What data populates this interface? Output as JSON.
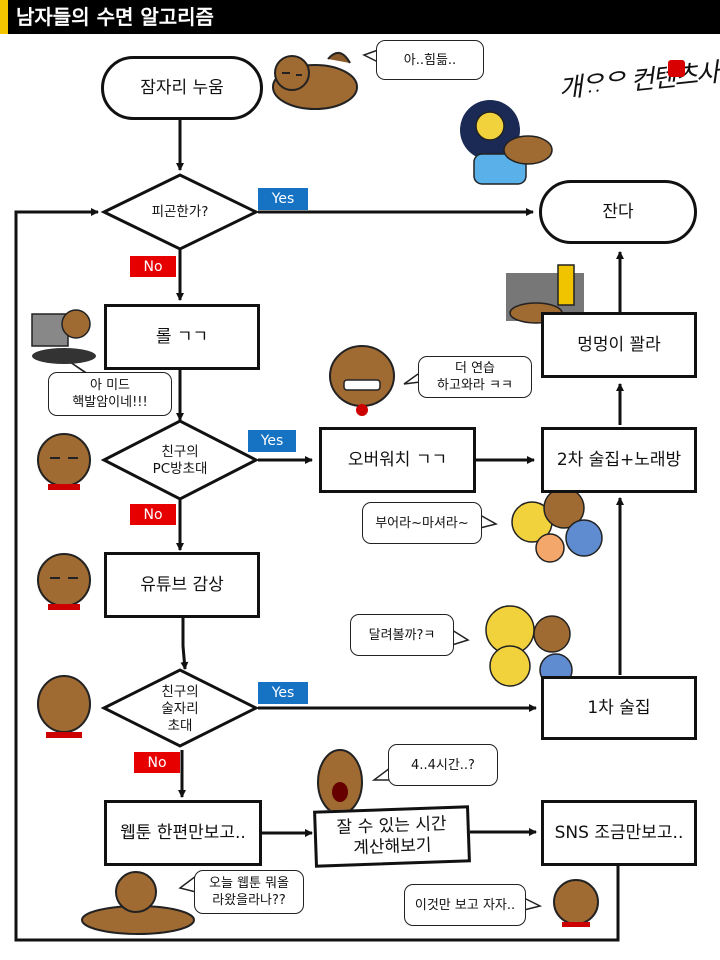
{
  "title": "남자들의 수면 알고리즘",
  "logo": {
    "text": "개ᄋᆢᄋ 컨텐츠사무소"
  },
  "nodes": {
    "lie_down": "잠자리 누움",
    "tired": "피곤한가?",
    "lol": "롤 ㄱㄱ",
    "pc_invite": "친구의\nPC방초대",
    "overwatch": "오버워치 ㄱㄱ",
    "youtube": "유튜브 감상",
    "drink_invite": "친구의\n술자리\n초대",
    "webtoon": "웹툰 한편만보고..",
    "calc": "잘 수 있는 시간\n계산해보기",
    "sns": "SNS 조금만보고..",
    "first_bar": "1차 술집",
    "second_bar": "2차 술집+노래방",
    "wasted": "멍멍이 꽐라",
    "sleep": "잔다"
  },
  "tags": {
    "yes": "Yes",
    "no": "No"
  },
  "bubbles": {
    "ah_tired": "아..힘듦..",
    "mid_game": "아 미드\n핵발암이네!!!",
    "practice": "더 연습\n하고와라 ㅋㅋ",
    "drink_up": "부어라~마셔라~",
    "run": "달려볼까?ㅋ",
    "four_hours": "4..4시간..?",
    "webtoon_today": "오늘 웹툰 뭐올\n라왔을라나??",
    "just_this": "이것만 보고 자자.."
  },
  "colors": {
    "yes": "#1673c4",
    "no": "#e60000",
    "header_accent": "#f3c400",
    "dog": "#a06a33"
  }
}
